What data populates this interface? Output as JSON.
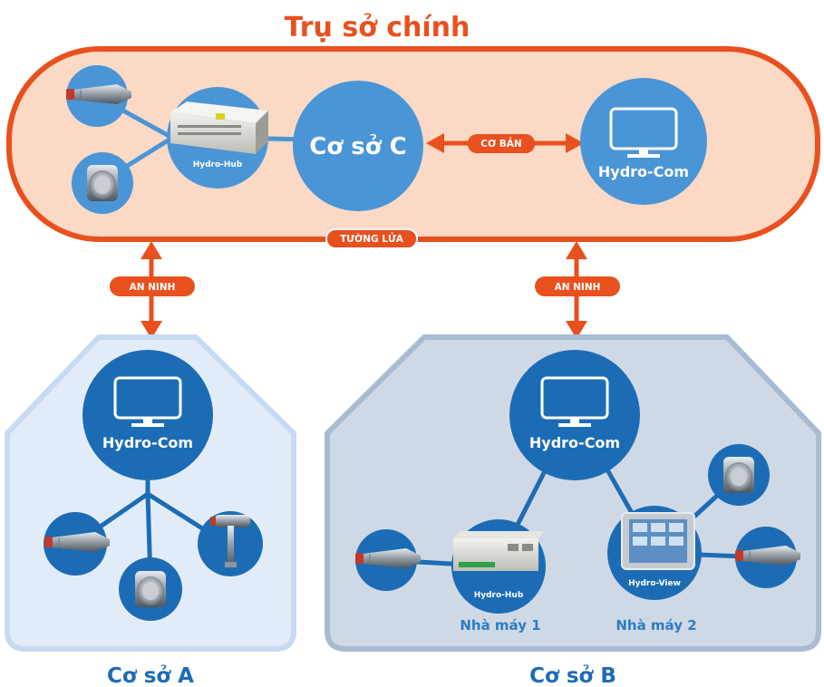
{
  "colors": {
    "orange": "#e8501e",
    "hq_fill": "#fbd9c5",
    "blue_node": "#4a95d6",
    "blue_dark": "#1c6cb5",
    "site_a_fill": "#e2ecf8",
    "site_a_border": "#c7daf2",
    "site_b_fill": "#cfd9e6",
    "site_b_border": "#a9bbd0",
    "label_blue": "#2d7cc2"
  },
  "headquarters": {
    "title": "Trụ sở chính",
    "site_c_label": "Cơ sở C",
    "hub_label": "Hydro-Hub",
    "com_label": "Hydro-Com",
    "link_label": "CƠ BẢN",
    "firewall_label": "TƯỜNG LỬA"
  },
  "connections": {
    "left_label": "AN NINH",
    "right_label": "AN NINH"
  },
  "site_a": {
    "com_label": "Hydro-Com",
    "site_label": "Cơ sở A"
  },
  "site_b": {
    "com_label": "Hydro-Com",
    "hub_label": "Hydro-Hub",
    "view_label": "Hydro-View",
    "plant1_label": "Nhà máy 1",
    "plant2_label": "Nhà máy 2",
    "site_label": "Cơ sở B"
  },
  "icons": [
    "monitor-icon",
    "probe-sensor-icon",
    "round-sensor-icon",
    "hub-device-icon",
    "touch-panel-icon",
    "moisture-probe-icon"
  ]
}
